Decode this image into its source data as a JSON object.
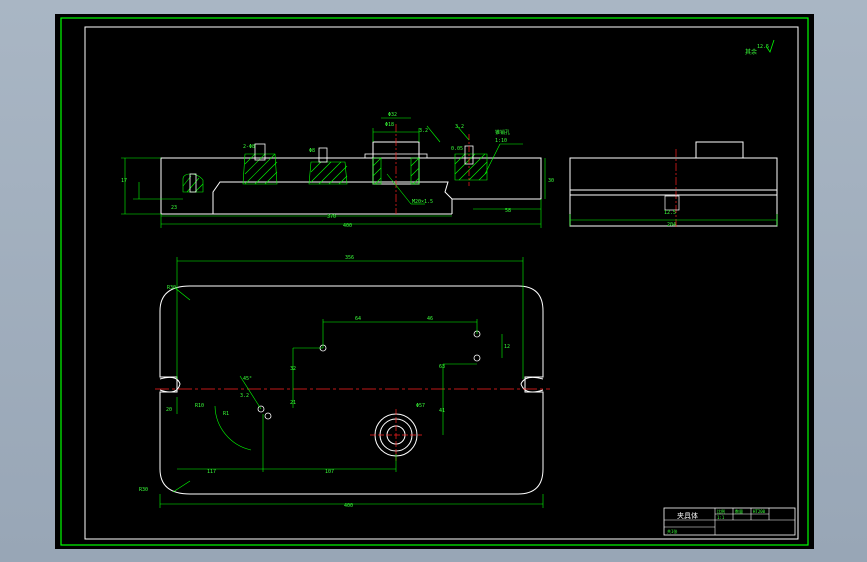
{
  "colors": {
    "background": "#000000",
    "frame": "#ffffff",
    "geometry": "#ffffff",
    "dimension": "#00ff00",
    "centerline": "#ff2020",
    "hatch": "#00ff00",
    "dim_text": "#39ff39",
    "desktop": "#a3b1c0"
  },
  "roughness_note": "其余",
  "roughness_value": "12.5",
  "front_view": {
    "overall_length": "400",
    "inner_length": "370",
    "right_offset": "58",
    "left_offset": "23",
    "left_height": "17",
    "right_height": "30",
    "thread_callout": "M20×1.5",
    "hole_callout_a": "2-Φ8",
    "hole_callout_b": "Φ8",
    "hole_callout_c": "Φ18",
    "spec": "Φ32",
    "note_1": "3.2",
    "note_2": "3.2",
    "note_3": "锥销孔",
    "note_4": "0.05",
    "note_5": "1:10"
  },
  "side_view": {
    "width": "204",
    "height_label": "12.5"
  },
  "plan_view": {
    "top_dim": "356",
    "bottom_dim": "400",
    "corner_radius": "R30",
    "corner_radius_b": "R30",
    "slot_radius": "R10",
    "slot_width": "20",
    "dim_117": "117",
    "dim_107": "107",
    "dim_64": "64",
    "dim_46": "46",
    "dim_12": "12",
    "dim_32": "32",
    "dim_21": "21",
    "dim_63": "63",
    "dim_41": "41",
    "angle_label": "45°",
    "hole_label": "Φ57",
    "pin_label": "3.2",
    "r_label": "R1"
  },
  "title_block": {
    "name": "夹具体",
    "col_material": "HT200",
    "col_qty": "比例",
    "col_weight": "数量",
    "col_scale": "1:1",
    "col_sheet": "共1张"
  }
}
